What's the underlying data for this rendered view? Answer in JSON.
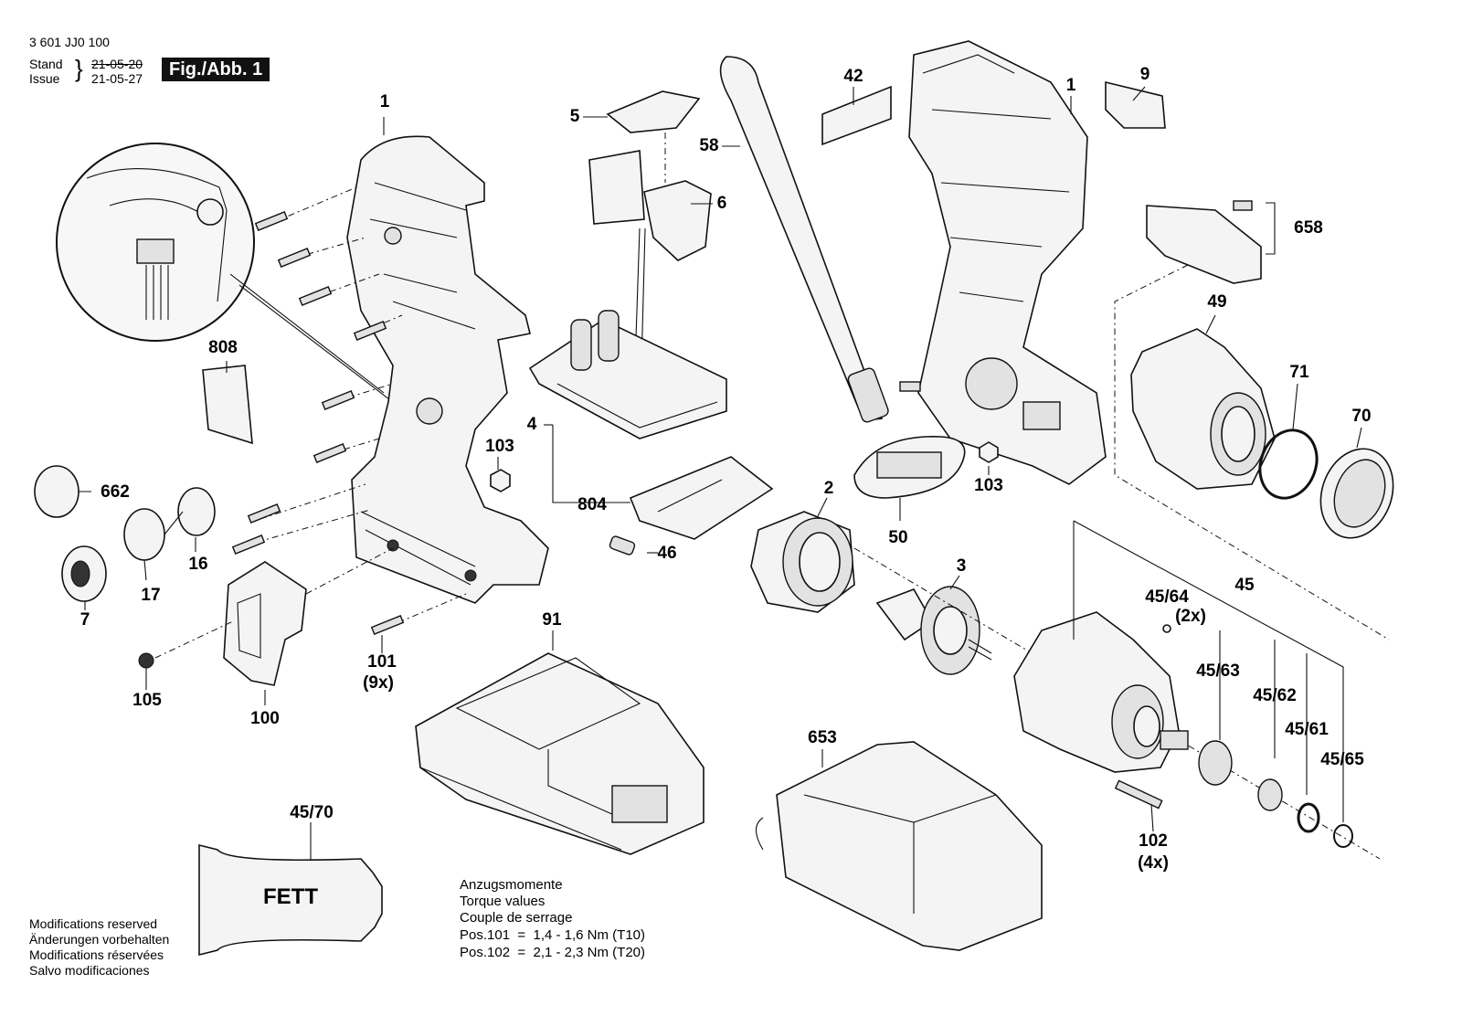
{
  "header": {
    "part_number": "3 601 JJ0 100",
    "stand_label": "Stand",
    "issue_label": "Issue",
    "stand_date": "21-05-20",
    "issue_date": "21-05-27",
    "figure_label": "Fig./Abb. 1"
  },
  "callouts": {
    "p1a": "1",
    "p1b": "1",
    "p2": "2",
    "p3": "3",
    "p4": "4",
    "p5": "5",
    "p6": "6",
    "p7": "7",
    "p9": "9",
    "p16": "16",
    "p17": "17",
    "p42": "42",
    "p45": "45",
    "p45_61": "45/61",
    "p45_62": "45/62",
    "p45_63": "45/63",
    "p45_64": "45/64",
    "p45_64_qty": "(2x)",
    "p45_65": "45/65",
    "p45_70": "45/70",
    "p46": "46",
    "p49": "49",
    "p50": "50",
    "p58": "58",
    "p70": "70",
    "p71": "71",
    "p91": "91",
    "p100": "100",
    "p101": "101",
    "p101_qty": "(9x)",
    "p102": "102",
    "p102_qty": "(4x)",
    "p103a": "103",
    "p103b": "103",
    "p105": "105",
    "p653": "653",
    "p658": "658",
    "p662": "662",
    "p804": "804",
    "p808": "808"
  },
  "grease_tube_text": "FETT",
  "torque": {
    "line1": "Anzugsmomente",
    "line2": "Torque values",
    "line3": "Couple de serrage",
    "pos101": "Pos.101  =  1,4 - 1,6 Nm (T10)",
    "pos102": "Pos.102  =  2,1 - 2,3 Nm (T20)"
  },
  "modifications": {
    "en": "Modifications reserved",
    "de": "Änderungen vorbehalten",
    "fr": "Modifications réservées",
    "es": "Salvo modificaciones"
  }
}
